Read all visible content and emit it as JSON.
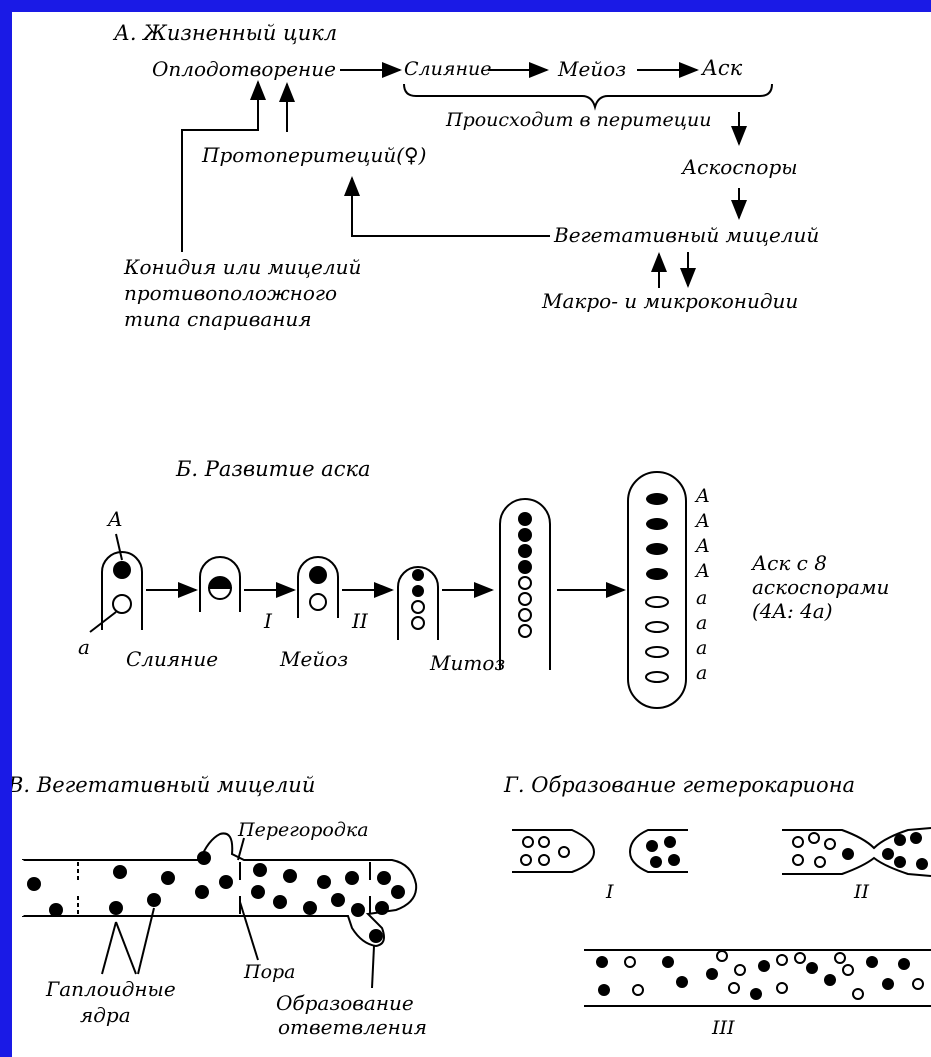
{
  "section_a": {
    "title": "А. Жизненный цикл",
    "fertilization": "Оплодотворение",
    "fusion": "Слияние",
    "meiosis": "Мейоз",
    "ascus": "Аск",
    "in_perithecium": "Происходит в перитеции",
    "protoperithecium": "Протоперитеций(♀)",
    "ascospores": "Аскоспоры",
    "vegetative_mycelium": "Вегетативный мицелий",
    "conidia_line1": "Конидия или мицелий",
    "conidia_line2": "противоположного",
    "conidia_line3": "типа спаривания",
    "macro_micro": "Макро- и микроконидии"
  },
  "section_b": {
    "title": "Б. Развитие аска",
    "label_A": "A",
    "label_a": "a",
    "fusion": "Слияние",
    "meiosis": "Мейоз",
    "mitosis": "Митоз",
    "roman_I": "I",
    "roman_II": "II",
    "spore_labels": [
      "A",
      "A",
      "A",
      "A",
      "a",
      "a",
      "a",
      "a"
    ],
    "ascus_desc_line1": "Аск с 8",
    "ascus_desc_line2": "аскоспорами",
    "ascus_desc_line3": "(4A: 4a)"
  },
  "section_v": {
    "title": "В. Вегетативный мицелий",
    "septum": "Перегородка",
    "pore": "Пора",
    "haploid_line1": "Гаплоидные",
    "haploid_line2": "ядра",
    "branch_line1": "Образование",
    "branch_line2": "ответвления"
  },
  "section_g": {
    "title": "Г. Образование гетерокариона",
    "roman_1": "I",
    "roman_2": "II",
    "roman_3": "III"
  }
}
